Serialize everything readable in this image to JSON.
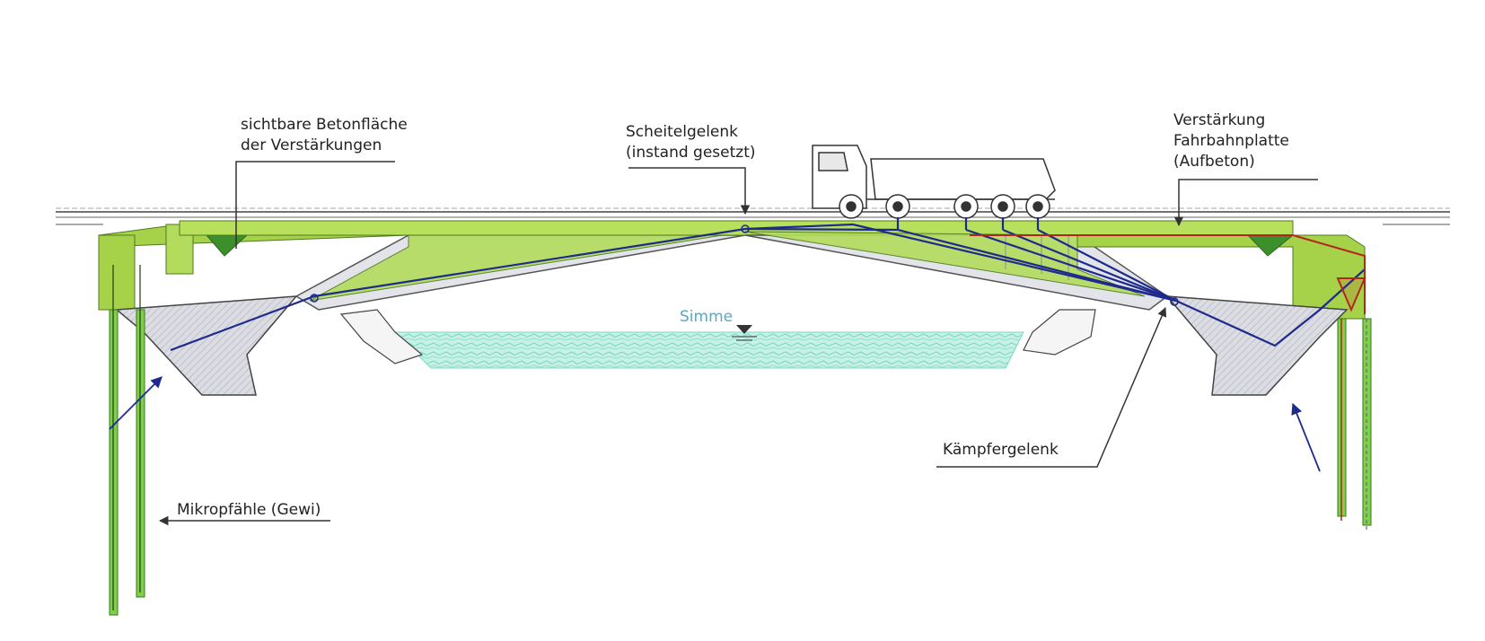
{
  "labels": {
    "betonflaeche_line1": "sichtbare Betonfläche",
    "betonflaeche_line2": "der Verstärkungen",
    "scheitel_line1": "Scheitelgelenk",
    "scheitel_line2": "(instand gesetzt)",
    "fahrbahn_line1": "Verstärkung",
    "fahrbahn_line2": "Fahrbahnplatte",
    "fahrbahn_line3": "(Aufbeton)",
    "river": "Simme",
    "kaempfer": "Kämpfergelenk",
    "mikropfaehle": "Mikropfähle (Gewi)"
  },
  "colors": {
    "concrete_green": "#a6d24a",
    "dark_green": "#4a9a2e",
    "blue_force_line": "#1e2a8c",
    "red_reinforcement": "#b3261e",
    "water": "#9fe3d3",
    "grey_abutment": "#d8dade",
    "outline": "#333333"
  }
}
